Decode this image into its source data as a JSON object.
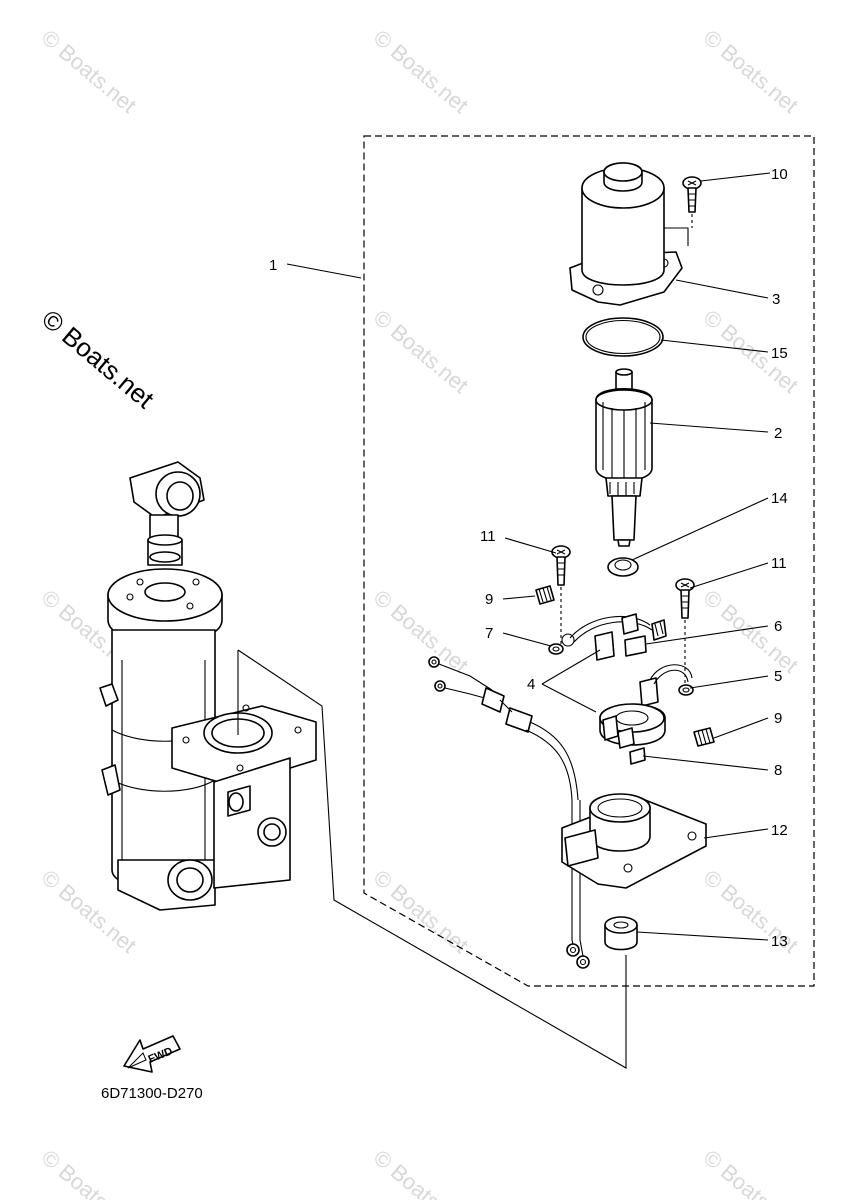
{
  "watermark": {
    "text": "© Boats.net",
    "main_text": "© Boats.net"
  },
  "diagram_code": "6D71300-D270",
  "fwd_label": "FWD",
  "callouts": {
    "c1": "1",
    "c2": "2",
    "c3": "3",
    "c4": "4",
    "c5": "5",
    "c6": "6",
    "c7": "7",
    "c8": "8",
    "c9a": "9",
    "c9b": "9",
    "c10": "10",
    "c11a": "11",
    "c11b": "11",
    "c12": "12",
    "c13": "13",
    "c14": "14",
    "c15": "15"
  }
}
